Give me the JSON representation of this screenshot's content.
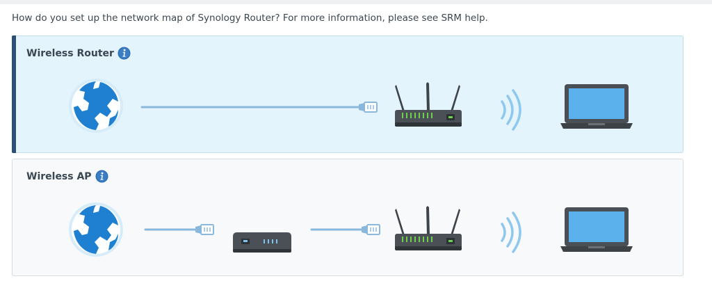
{
  "intro_text": "How do you set up the network map of Synology Router? For more information, please see SRM help.",
  "modes": [
    {
      "title": "Wireless Router",
      "selected": true
    },
    {
      "title": "Wireless AP",
      "selected": false
    }
  ],
  "colors": {
    "selected_bg": "#e4f4fd",
    "selected_accent": "#2b4f78",
    "globe": "#1f7fd0",
    "cable": "#8ab8dd",
    "router_body": "#4a5056",
    "led_green": "#6fd14b",
    "laptop_screen": "#5ab1ec"
  },
  "icons": {
    "info": "info-icon",
    "internet": "globe-icon",
    "cable": "ethernet-cable-icon",
    "modem": "modem-icon",
    "router": "router-icon",
    "wifi": "wifi-waves-icon",
    "client": "laptop-icon"
  }
}
